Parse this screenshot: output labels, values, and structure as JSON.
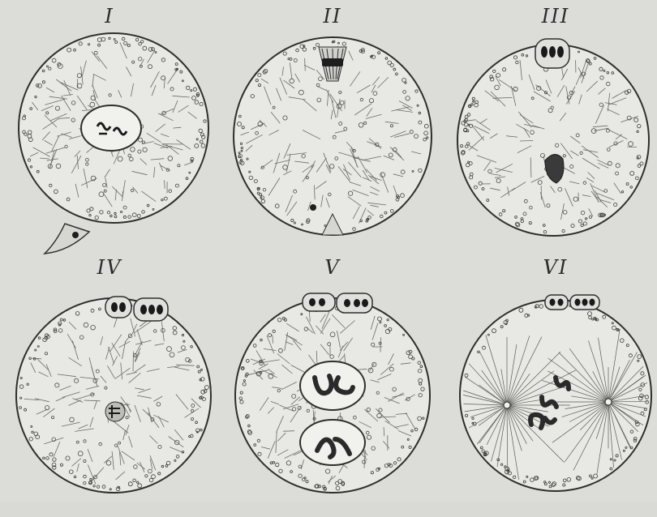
{
  "plate": {
    "panels": [
      {
        "label": "I"
      },
      {
        "label": "II"
      },
      {
        "label": "III"
      },
      {
        "label": "IV"
      },
      {
        "label": "V"
      },
      {
        "label": "VI"
      }
    ]
  },
  "colors": {
    "background": "#dcdcd9",
    "ink": "#2e2e2e",
    "cell_fill": "#e8e8e4",
    "nucleus_fill": "#f1f1ee"
  }
}
